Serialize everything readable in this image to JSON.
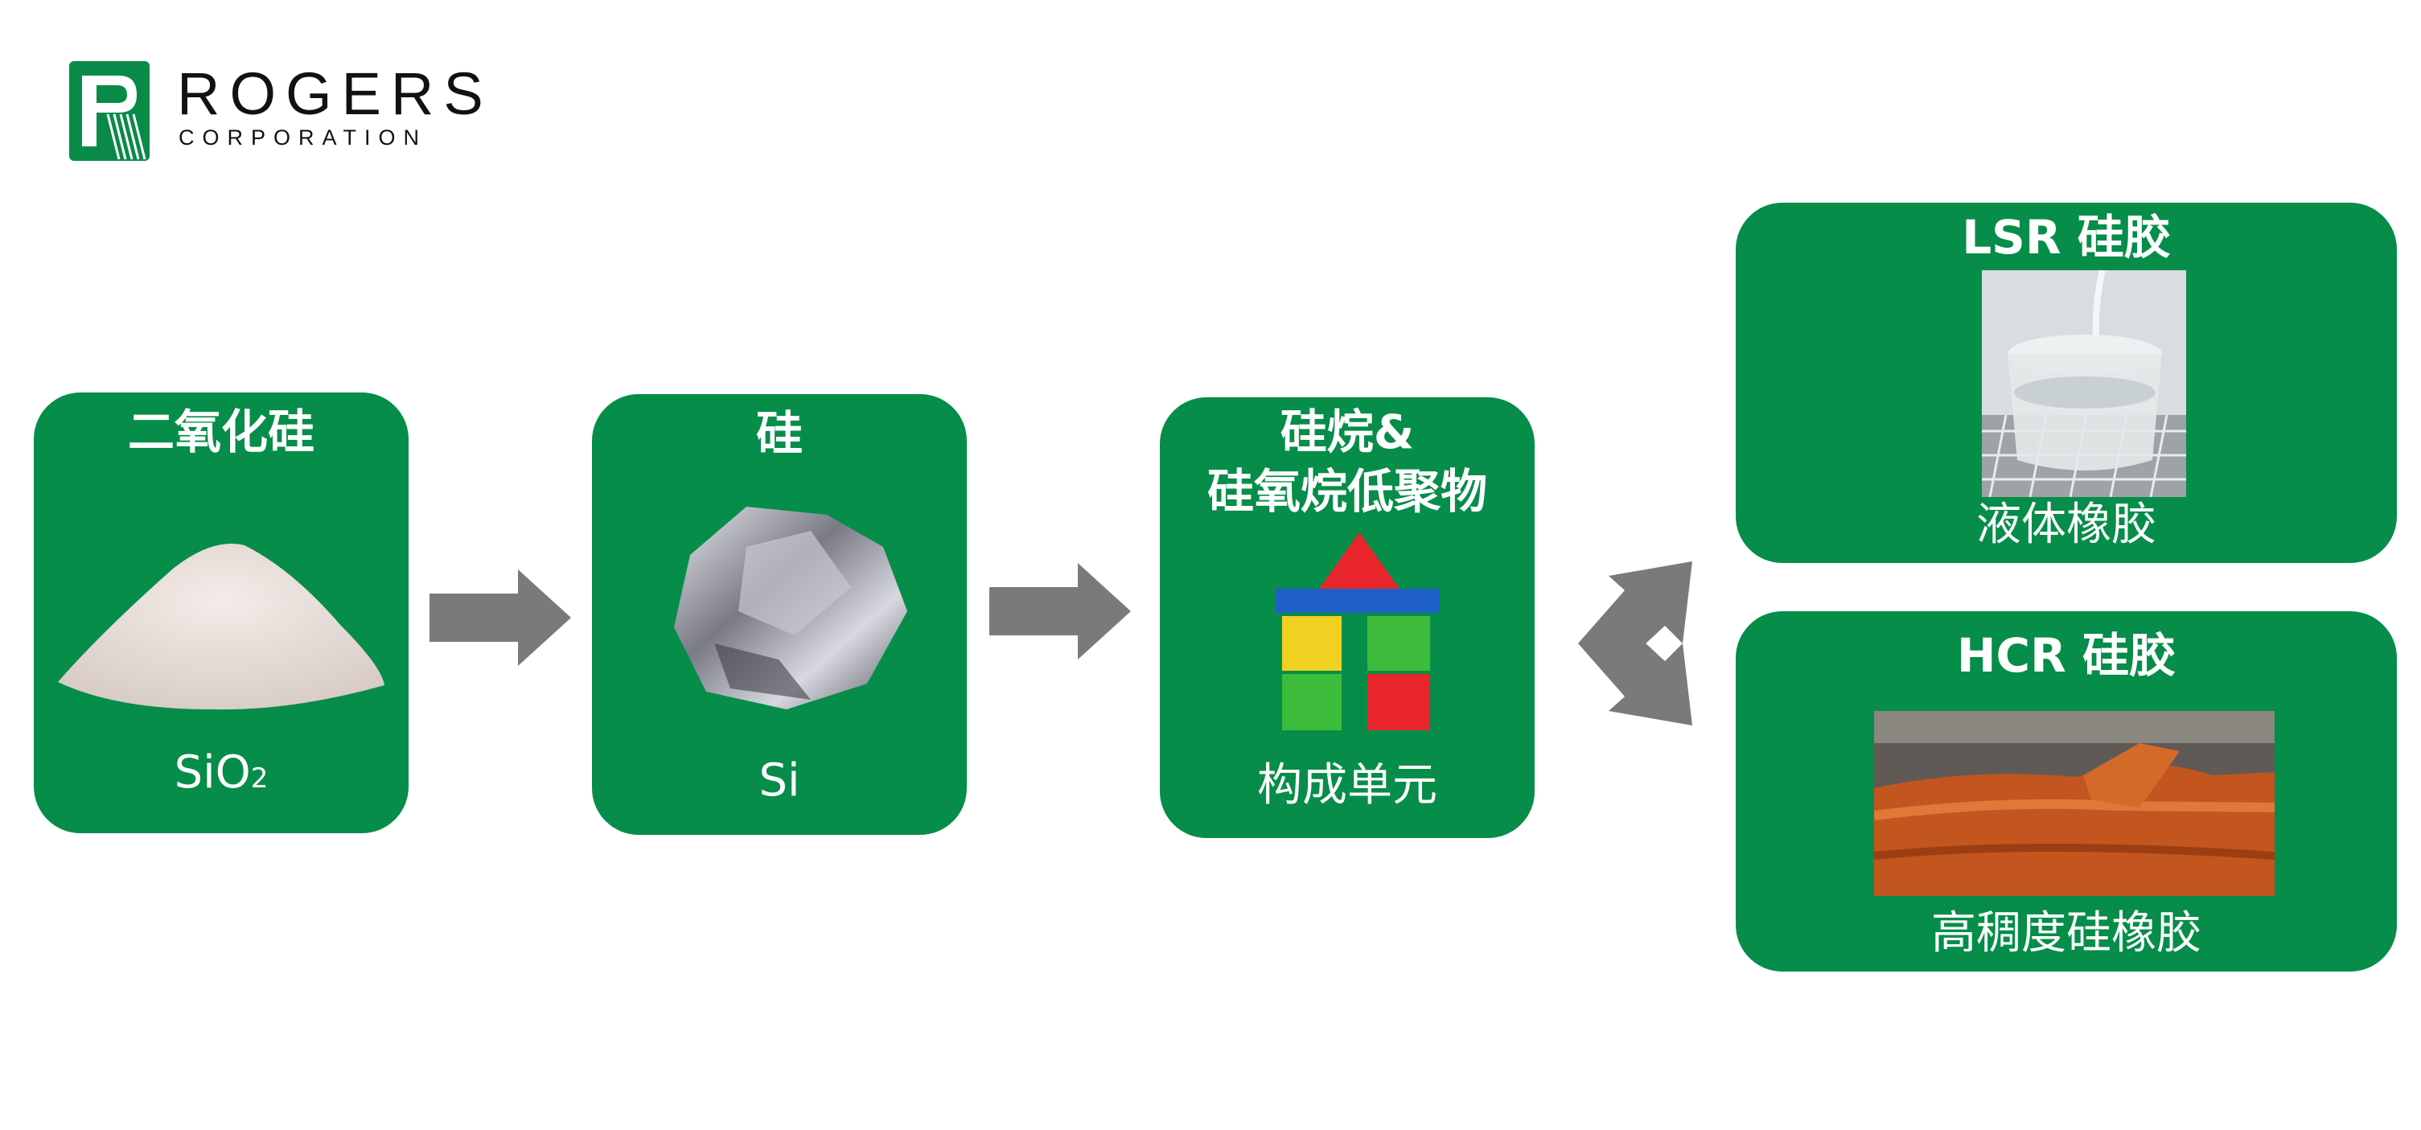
{
  "logo": {
    "name": "ROGERS",
    "sub": "CORPORATION"
  },
  "colors": {
    "card_green": "#068d4a",
    "arrow_gray": "#7a7a7a"
  },
  "cards": {
    "sio2": {
      "title": "二氧化硅",
      "caption": "SiO",
      "caption_sub": "2"
    },
    "si": {
      "title": "硅",
      "caption": "Si"
    },
    "silane": {
      "title_line1": "硅烷&",
      "title_line2": "硅氧烷低聚物",
      "caption": "构成单元"
    },
    "lsr": {
      "title": "LSR 硅胶",
      "caption": "液体橡胶"
    },
    "hcr": {
      "title": "HCR 硅胶",
      "caption": "高稠度硅橡胶"
    }
  },
  "icons": [
    "sand-pile-icon",
    "silicon-chunk-icon",
    "toy-blocks-icon",
    "liquid-silicone-cup-icon",
    "orange-silicone-rubber-icon",
    "right-arrow-icon",
    "split-arrow-icon"
  ]
}
